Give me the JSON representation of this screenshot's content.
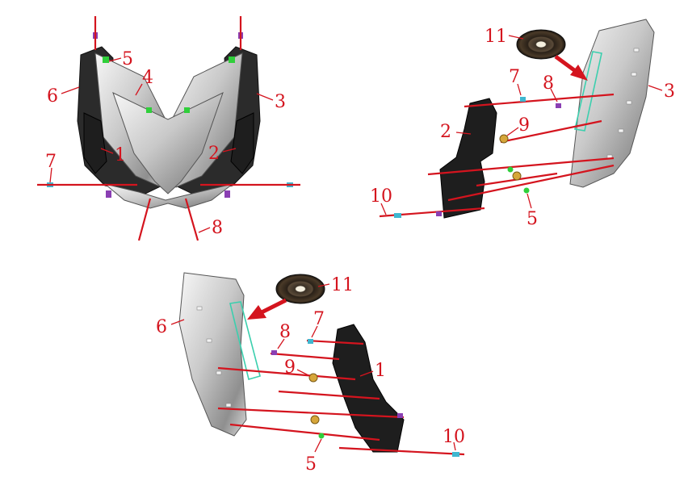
{
  "callouts": {
    "front": [
      "5",
      "4",
      "6",
      "3",
      "1",
      "2",
      "7",
      "8"
    ],
    "right": [
      "11",
      "7",
      "8",
      "3",
      "2",
      "9",
      "10",
      "5"
    ],
    "left": [
      "11",
      "6",
      "7",
      "8",
      "9",
      "1",
      "5",
      "10"
    ]
  },
  "colors": {
    "callout": "#d4141e",
    "adhesive_tape_outline": "#3ccfae",
    "screw_purple": "#8a3fb3",
    "screw_cyan": "#3fb7d0",
    "clip_green": "#2fcf3a",
    "grommet_gold": "#d6a63a"
  }
}
